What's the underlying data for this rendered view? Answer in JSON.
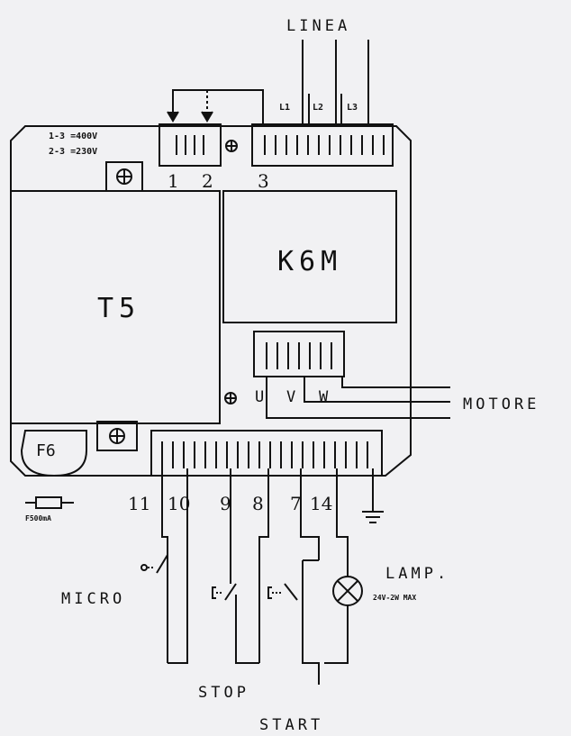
{
  "labels": {
    "linea": "LINEA",
    "l1": "L1",
    "l2": "L2",
    "l3": "L3",
    "voltage_1": "1-3 =400V",
    "voltage_2": "2-3 =230V",
    "terminal_1": "1",
    "terminal_2": "2",
    "terminal_3": "3",
    "transformer": "T5",
    "contactor": "K6M",
    "u": "U",
    "v": "V",
    "w": "W",
    "motore": "MOTORE",
    "fuse_holder": "F6",
    "fuse_rating": "F500mA",
    "term_11": "11",
    "term_10": "10",
    "term_9": "9",
    "term_8": "8",
    "term_7": "7",
    "term_14": "14",
    "micro": "MICRO",
    "lamp": "LAMP.",
    "lamp_spec": "24V-2W MAX",
    "stop": "STOP",
    "start": "START"
  }
}
